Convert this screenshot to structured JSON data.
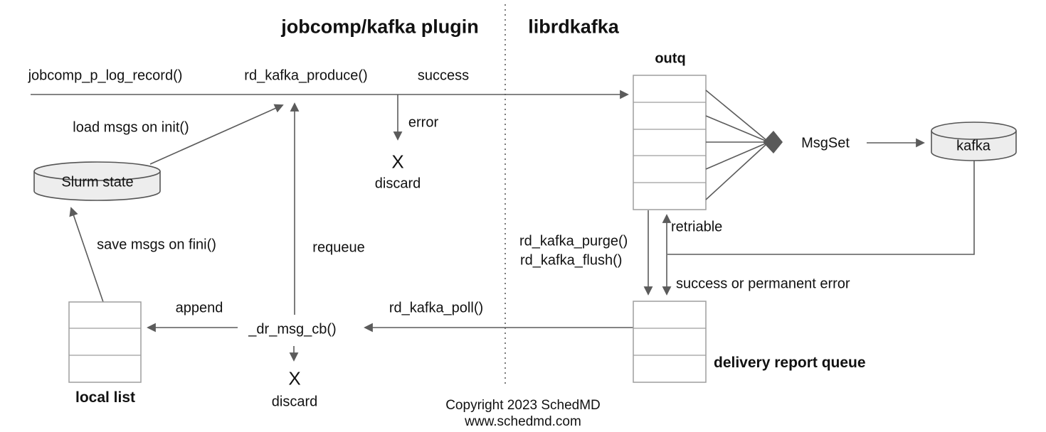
{
  "titles": {
    "left": "jobcomp/kafka plugin",
    "right": "librdkafka"
  },
  "labels": {
    "jobcomp_p_log_record": "jobcomp_p_log_record()",
    "rd_kafka_produce": "rd_kafka_produce()",
    "success": "success",
    "error": "error",
    "x_top": "X",
    "discard_top": "discard",
    "load_msgs_on_init": "load msgs on init()",
    "slurm_state": "Slurm state",
    "save_msgs_on_fini": "save msgs on fini()",
    "requeue": "requeue",
    "append": "append",
    "dr_msg_cb": "_dr_msg_cb()",
    "rd_kafka_poll": "rd_kafka_poll()",
    "x_bottom": "X",
    "discard_bottom": "discard",
    "local_list": "local list",
    "outq": "outq",
    "msgset": "MsgSet",
    "kafka": "kafka",
    "retriable": "retriable",
    "rd_kafka_purge": "rd_kafka_purge()",
    "rd_kafka_flush": "rd_kafka_flush()",
    "success_or_permanent_error": "success or permanent error",
    "delivery_report_queue": "delivery report queue"
  },
  "footer": {
    "line1": "Copyright 2023 SchedMD",
    "line2": "www.schedmd.com"
  },
  "queues": {
    "outq_rows": 5,
    "local_list_rows": 3,
    "delivery_report_rows": 3
  },
  "colors": {
    "line": "#5b5b5b",
    "box_border": "#9e9e9e",
    "cylinder_fill": "#ededed",
    "cylinder_stroke": "#555555",
    "divider": "#7a7a7a",
    "text": "#111111",
    "background": "#ffffff"
  }
}
